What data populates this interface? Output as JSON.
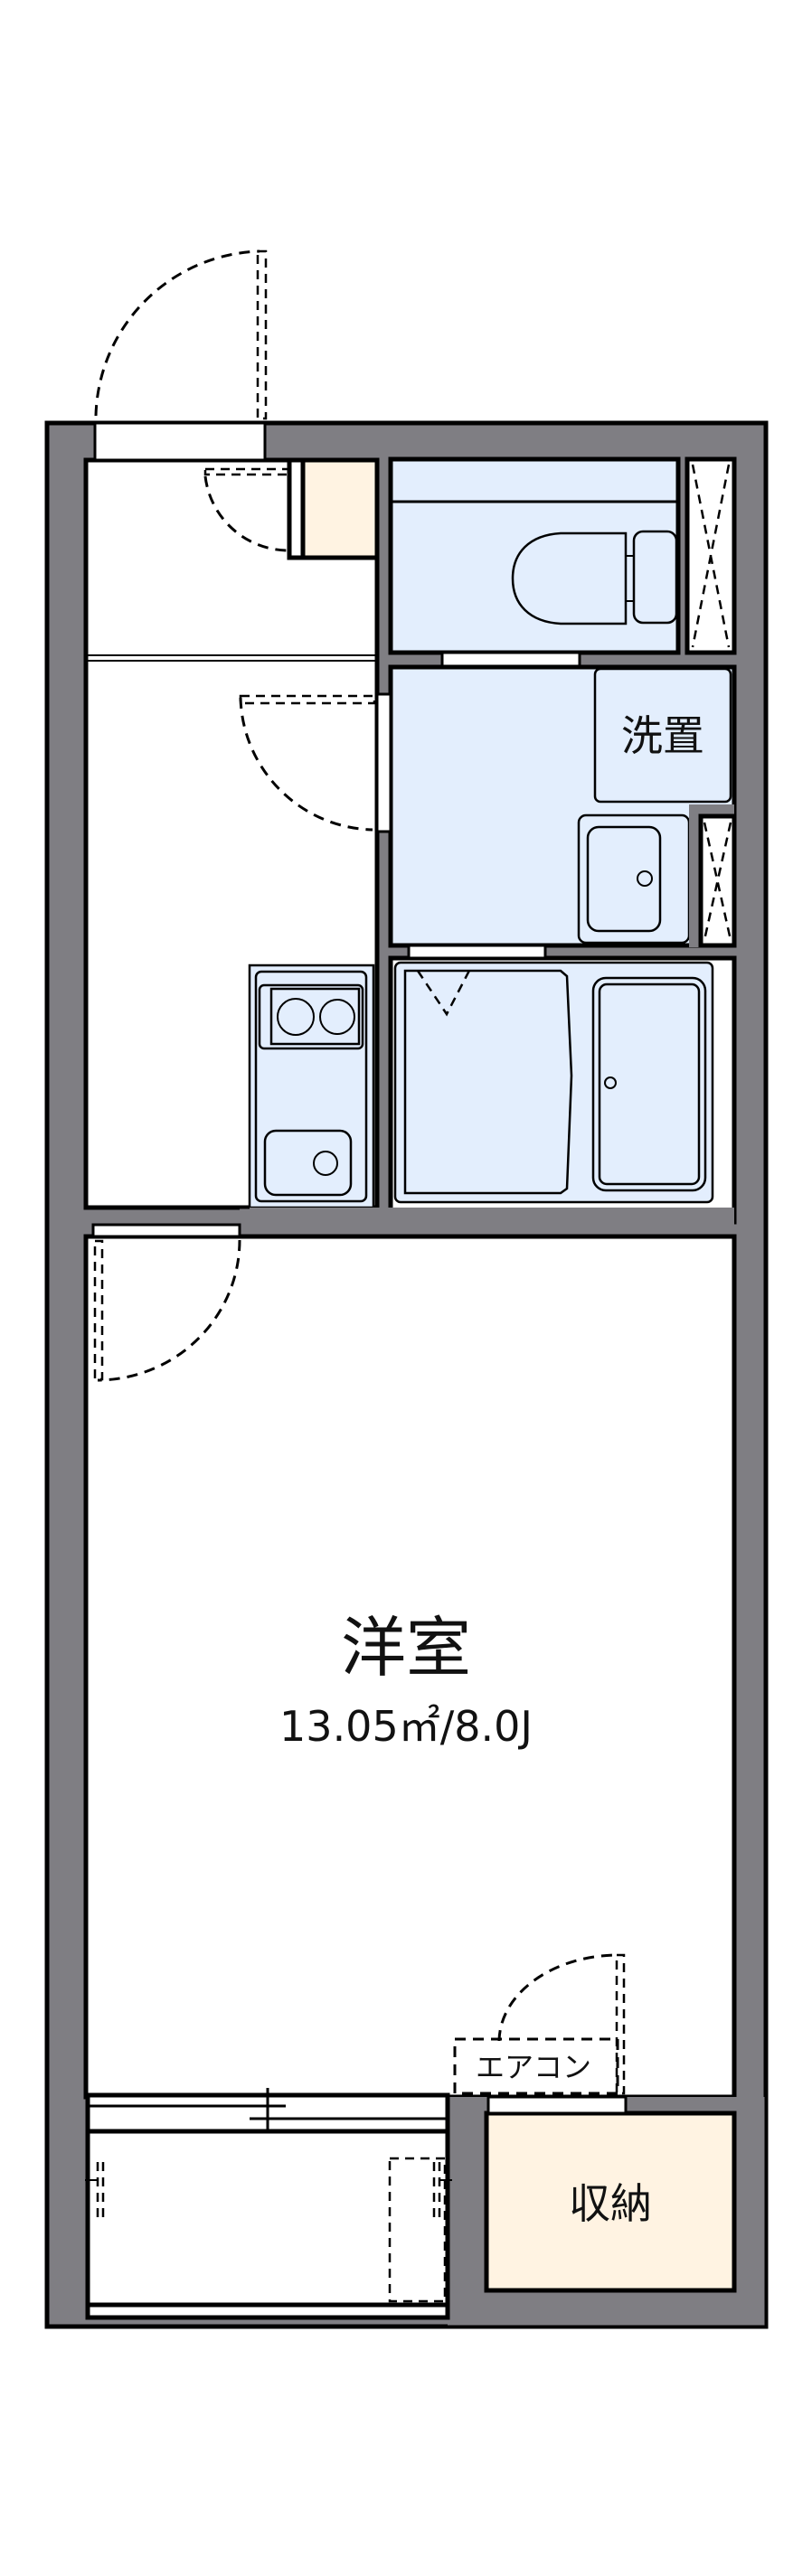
{
  "floor_plan": {
    "rooms": {
      "western_room": {
        "name": "洋室",
        "area": "13.05㎡/8.0J"
      },
      "laundry_space": {
        "name": "洗置"
      },
      "storage": {
        "name": "収納"
      },
      "air_conditioner": {
        "name": "エアコン"
      }
    },
    "colors": {
      "wall": "#7f7e83",
      "wet_area": "#e3eefd",
      "storage": "#fff3e2",
      "floor": "#ffffff"
    }
  }
}
